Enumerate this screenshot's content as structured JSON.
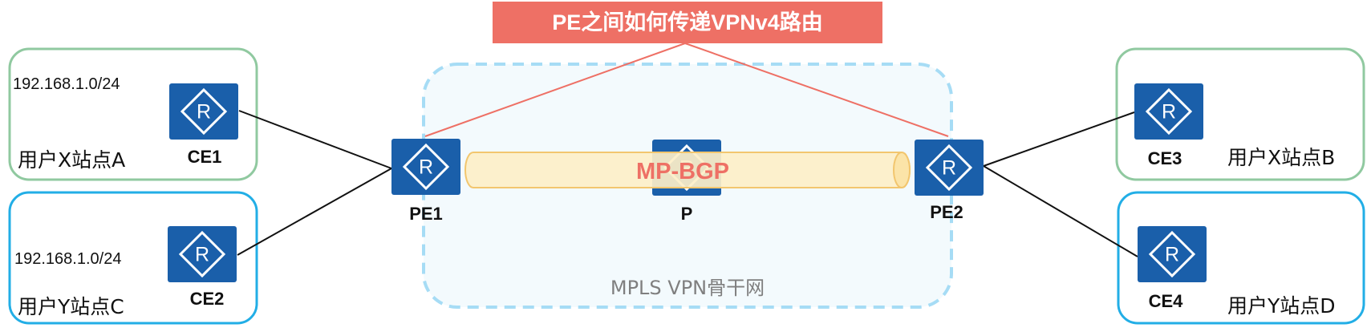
{
  "title": "PE之间如何传递VPNv4路由",
  "backbone": {
    "label": "MPLS VPN骨干网",
    "tunnel_label": "MP-BGP"
  },
  "sites": [
    {
      "id": "a",
      "name": "用户X站点A",
      "subnet": "192.168.1.0/24",
      "router": "CE1"
    },
    {
      "id": "c",
      "name": "用户Y站点C",
      "subnet": "192.168.1.0/24",
      "router": "CE2"
    },
    {
      "id": "b",
      "name": "用户X站点B",
      "router": "CE3"
    },
    {
      "id": "d",
      "name": "用户Y站点D",
      "router": "CE4"
    }
  ],
  "routers": {
    "pe1": "PE1",
    "p": "P",
    "pe2": "PE2"
  },
  "router_icon": "router-icon",
  "colors": {
    "title_bg": "#ee7065",
    "title_text": "#ffffff",
    "router_fill": "#1a5faa",
    "site_x_border": "#90c9a0",
    "site_y_border": "#22aee6",
    "backbone_border": "#a6dcf5",
    "backbone_fill": "#f3fafd",
    "tunnel_fill": "#fdefc8",
    "tunnel_border": "#f2c66e",
    "tunnel_text": "#ee7065",
    "red_line": "#ee7065",
    "link_line": "#111111",
    "backbone_text": "#7f7f7f"
  }
}
